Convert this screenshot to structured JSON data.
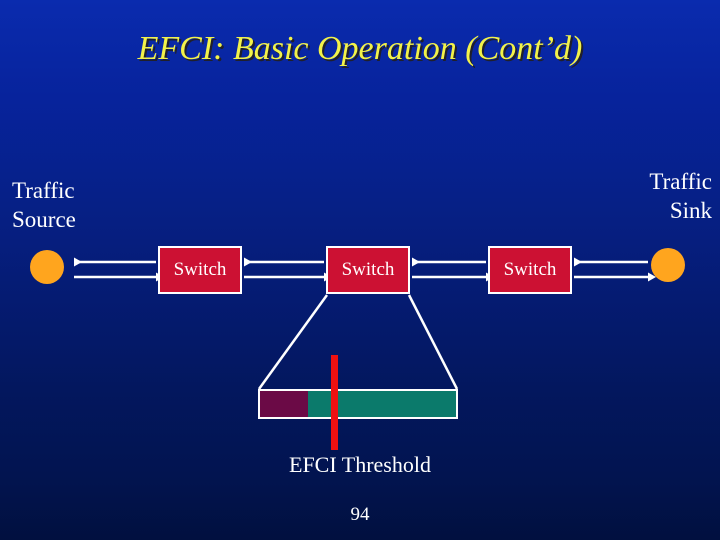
{
  "slide": {
    "title": "EFCI: Basic Operation (Cont’d)",
    "number": "94",
    "background_top_color": "#0a2bae",
    "background_bottom_color": "#01103f",
    "title_color": "#f2f24a"
  },
  "diagram": {
    "source": {
      "label": "Traffic\nSource",
      "node_icon": "orange-circle-node",
      "node_color": "#ffa51e"
    },
    "sink": {
      "label": "Traffic\nSink",
      "node_icon": "orange-circle-node",
      "node_color": "#ffa51e"
    },
    "switches": [
      {
        "label": "Switch",
        "fill": "#cc1133",
        "border": "#ffffff"
      },
      {
        "label": "Switch",
        "fill": "#cc1133",
        "border": "#ffffff"
      },
      {
        "label": "Switch",
        "fill": "#cc1133",
        "border": "#ffffff"
      }
    ],
    "links": {
      "arrow_color": "#ffffff",
      "description": "bidirectional arrows between source, three switches, and sink"
    },
    "queue": {
      "caption": "EFCI Threshold",
      "filled_color": "#6b0a46",
      "free_color": "#0b7a6b",
      "border_color": "#ffffff",
      "threshold_marker_color": "#ee1111",
      "filled_fraction": "24%",
      "threshold_position": "38%"
    }
  }
}
